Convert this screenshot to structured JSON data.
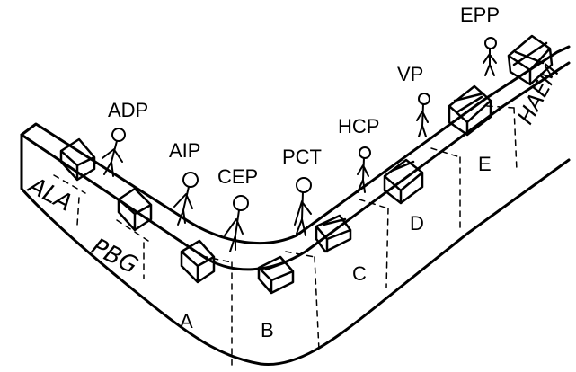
{
  "workers": [
    {
      "id": "adp",
      "label": "ADP"
    },
    {
      "id": "aip",
      "label": "AIP"
    },
    {
      "id": "cep",
      "label": "CEP"
    },
    {
      "id": "pct",
      "label": "PCT"
    },
    {
      "id": "hcp",
      "label": "HCP"
    },
    {
      "id": "vp",
      "label": "VP"
    },
    {
      "id": "epp",
      "label": "EPP"
    }
  ],
  "belt_sections": [
    {
      "id": "ala",
      "label": "ALA"
    },
    {
      "id": "pbg",
      "label": "PBG"
    },
    {
      "id": "a",
      "label": "A"
    },
    {
      "id": "b",
      "label": "B"
    },
    {
      "id": "c",
      "label": "C"
    },
    {
      "id": "d",
      "label": "D"
    },
    {
      "id": "e",
      "label": "E"
    },
    {
      "id": "haem",
      "label": "HAEM"
    }
  ],
  "icons": [
    "box-icon",
    "stick-figure-icon",
    "conveyor-belt-icon"
  ]
}
